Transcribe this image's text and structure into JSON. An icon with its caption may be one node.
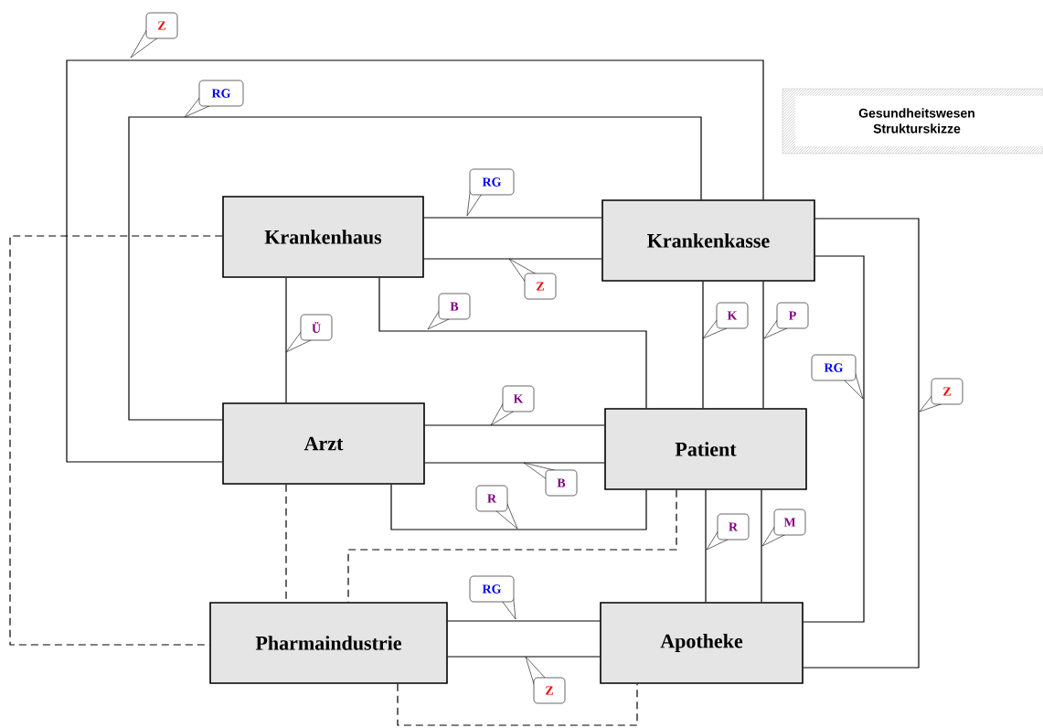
{
  "diagram": {
    "title": "Gesundheitswesen Strukturskizze",
    "nodes": [
      {
        "text": [
          "Krankenhaus"
        ]
      },
      {
        "text": [
          "Krankenkasse"
        ]
      },
      {
        "text": [
          "Arzt"
        ]
      },
      {
        "text": [
          "Patient"
        ]
      },
      {
        "text": [
          "Pharmaindustrie"
        ]
      },
      {
        "text": [
          "Apotheke"
        ]
      }
    ],
    "edges": [
      {
        "from": 0,
        "to": 1,
        "arrow": "none",
        "label": "RG"
      },
      {
        "from": 0,
        "to": 1,
        "arrow": "none",
        "label": "Z"
      },
      {
        "from": 0,
        "to": 3,
        "arrow": "none",
        "label": "B"
      },
      {
        "from": 0,
        "to": 2,
        "arrow": "none",
        "label": "Ü"
      },
      {
        "from": 2,
        "to": 1,
        "arrow": "none",
        "label": "RG"
      },
      {
        "from": 2,
        "to": 1,
        "arrow": "none",
        "label": "Z"
      },
      {
        "from": 2,
        "to": 3,
        "arrow": "none",
        "label": "K"
      },
      {
        "from": 2,
        "to": 3,
        "arrow": "none",
        "label": "B"
      },
      {
        "from": 2,
        "to": 3,
        "arrow": "none",
        "label": "R"
      },
      {
        "from": 1,
        "to": 3,
        "arrow": "none",
        "label": "K"
      },
      {
        "from": 1,
        "to": 3,
        "arrow": "none",
        "label": "P"
      },
      {
        "from": 1,
        "to": 5,
        "arrow": "none",
        "label": "Z"
      },
      {
        "from": 1,
        "to": 5,
        "arrow": "none",
        "label": "RG"
      },
      {
        "from": 3,
        "to": 5,
        "arrow": "none",
        "label": "R"
      },
      {
        "from": 3,
        "to": 5,
        "arrow": "none",
        "label": "M"
      },
      {
        "from": 4,
        "to": 5,
        "arrow": "none",
        "label": "RG"
      },
      {
        "from": 4,
        "to": 5,
        "arrow": "none",
        "label": "Z"
      },
      {
        "from": 0,
        "to": 4,
        "arrow": "none",
        "style": "dashed"
      },
      {
        "from": 2,
        "to": 4,
        "arrow": "none",
        "style": "dashed"
      },
      {
        "from": 3,
        "to": 4,
        "arrow": "none",
        "style": "dashed"
      },
      {
        "from": 4,
        "to": 5,
        "arrow": "none",
        "style": "dashed"
      }
    ]
  }
}
